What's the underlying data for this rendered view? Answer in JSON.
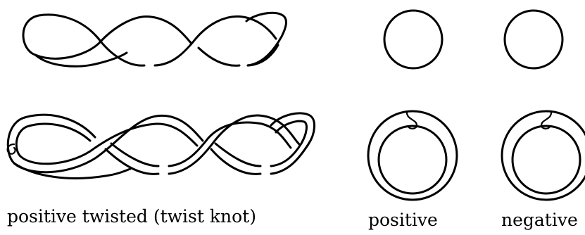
{
  "labels": {
    "twist_knot": "positive twisted (twist knot)",
    "positive": "positive",
    "negative": "negative"
  }
}
